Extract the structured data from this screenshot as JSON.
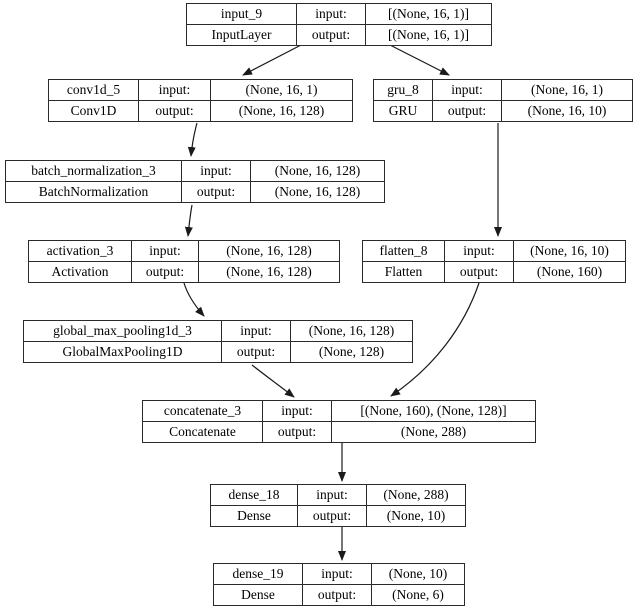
{
  "diagram_type": "keras-model-architecture",
  "labels": {
    "input": "input:",
    "output": "output:"
  },
  "colors": {
    "background": "#ffffff",
    "border": "#2b2b2b",
    "text": "#000000",
    "edge": "#1a1a1a"
  },
  "nodes": [
    {
      "name": "input_9",
      "class_name": "InputLayer",
      "input_shape": "[(None, 16, 1)]",
      "output_shape": "[(None, 16, 1)]"
    },
    {
      "name": "conv1d_5",
      "class_name": "Conv1D",
      "input_shape": "(None, 16, 1)",
      "output_shape": "(None, 16, 128)"
    },
    {
      "name": "gru_8",
      "class_name": "GRU",
      "input_shape": "(None, 16, 1)",
      "output_shape": "(None, 16, 10)"
    },
    {
      "name": "batch_normalization_3",
      "class_name": "BatchNormalization",
      "input_shape": "(None, 16, 128)",
      "output_shape": "(None, 16, 128)"
    },
    {
      "name": "activation_3",
      "class_name": "Activation",
      "input_shape": "(None, 16, 128)",
      "output_shape": "(None, 16, 128)"
    },
    {
      "name": "flatten_8",
      "class_name": "Flatten",
      "input_shape": "(None, 16, 10)",
      "output_shape": "(None, 160)"
    },
    {
      "name": "global_max_pooling1d_3",
      "class_name": "GlobalMaxPooling1D",
      "input_shape": "(None, 16, 128)",
      "output_shape": "(None, 128)"
    },
    {
      "name": "concatenate_3",
      "class_name": "Concatenate",
      "input_shape": "[(None, 160), (None, 128)]",
      "output_shape": "(None, 288)"
    },
    {
      "name": "dense_18",
      "class_name": "Dense",
      "input_shape": "(None, 288)",
      "output_shape": "(None, 10)"
    },
    {
      "name": "dense_19",
      "class_name": "Dense",
      "input_shape": "(None, 10)",
      "output_shape": "(None, 6)"
    }
  ],
  "edges": [
    {
      "from": "input_9",
      "to": "conv1d_5"
    },
    {
      "from": "input_9",
      "to": "gru_8"
    },
    {
      "from": "conv1d_5",
      "to": "batch_normalization_3"
    },
    {
      "from": "gru_8",
      "to": "flatten_8"
    },
    {
      "from": "batch_normalization_3",
      "to": "activation_3"
    },
    {
      "from": "activation_3",
      "to": "global_max_pooling1d_3"
    },
    {
      "from": "flatten_8",
      "to": "concatenate_3"
    },
    {
      "from": "global_max_pooling1d_3",
      "to": "concatenate_3"
    },
    {
      "from": "concatenate_3",
      "to": "dense_18"
    },
    {
      "from": "dense_18",
      "to": "dense_19"
    }
  ]
}
